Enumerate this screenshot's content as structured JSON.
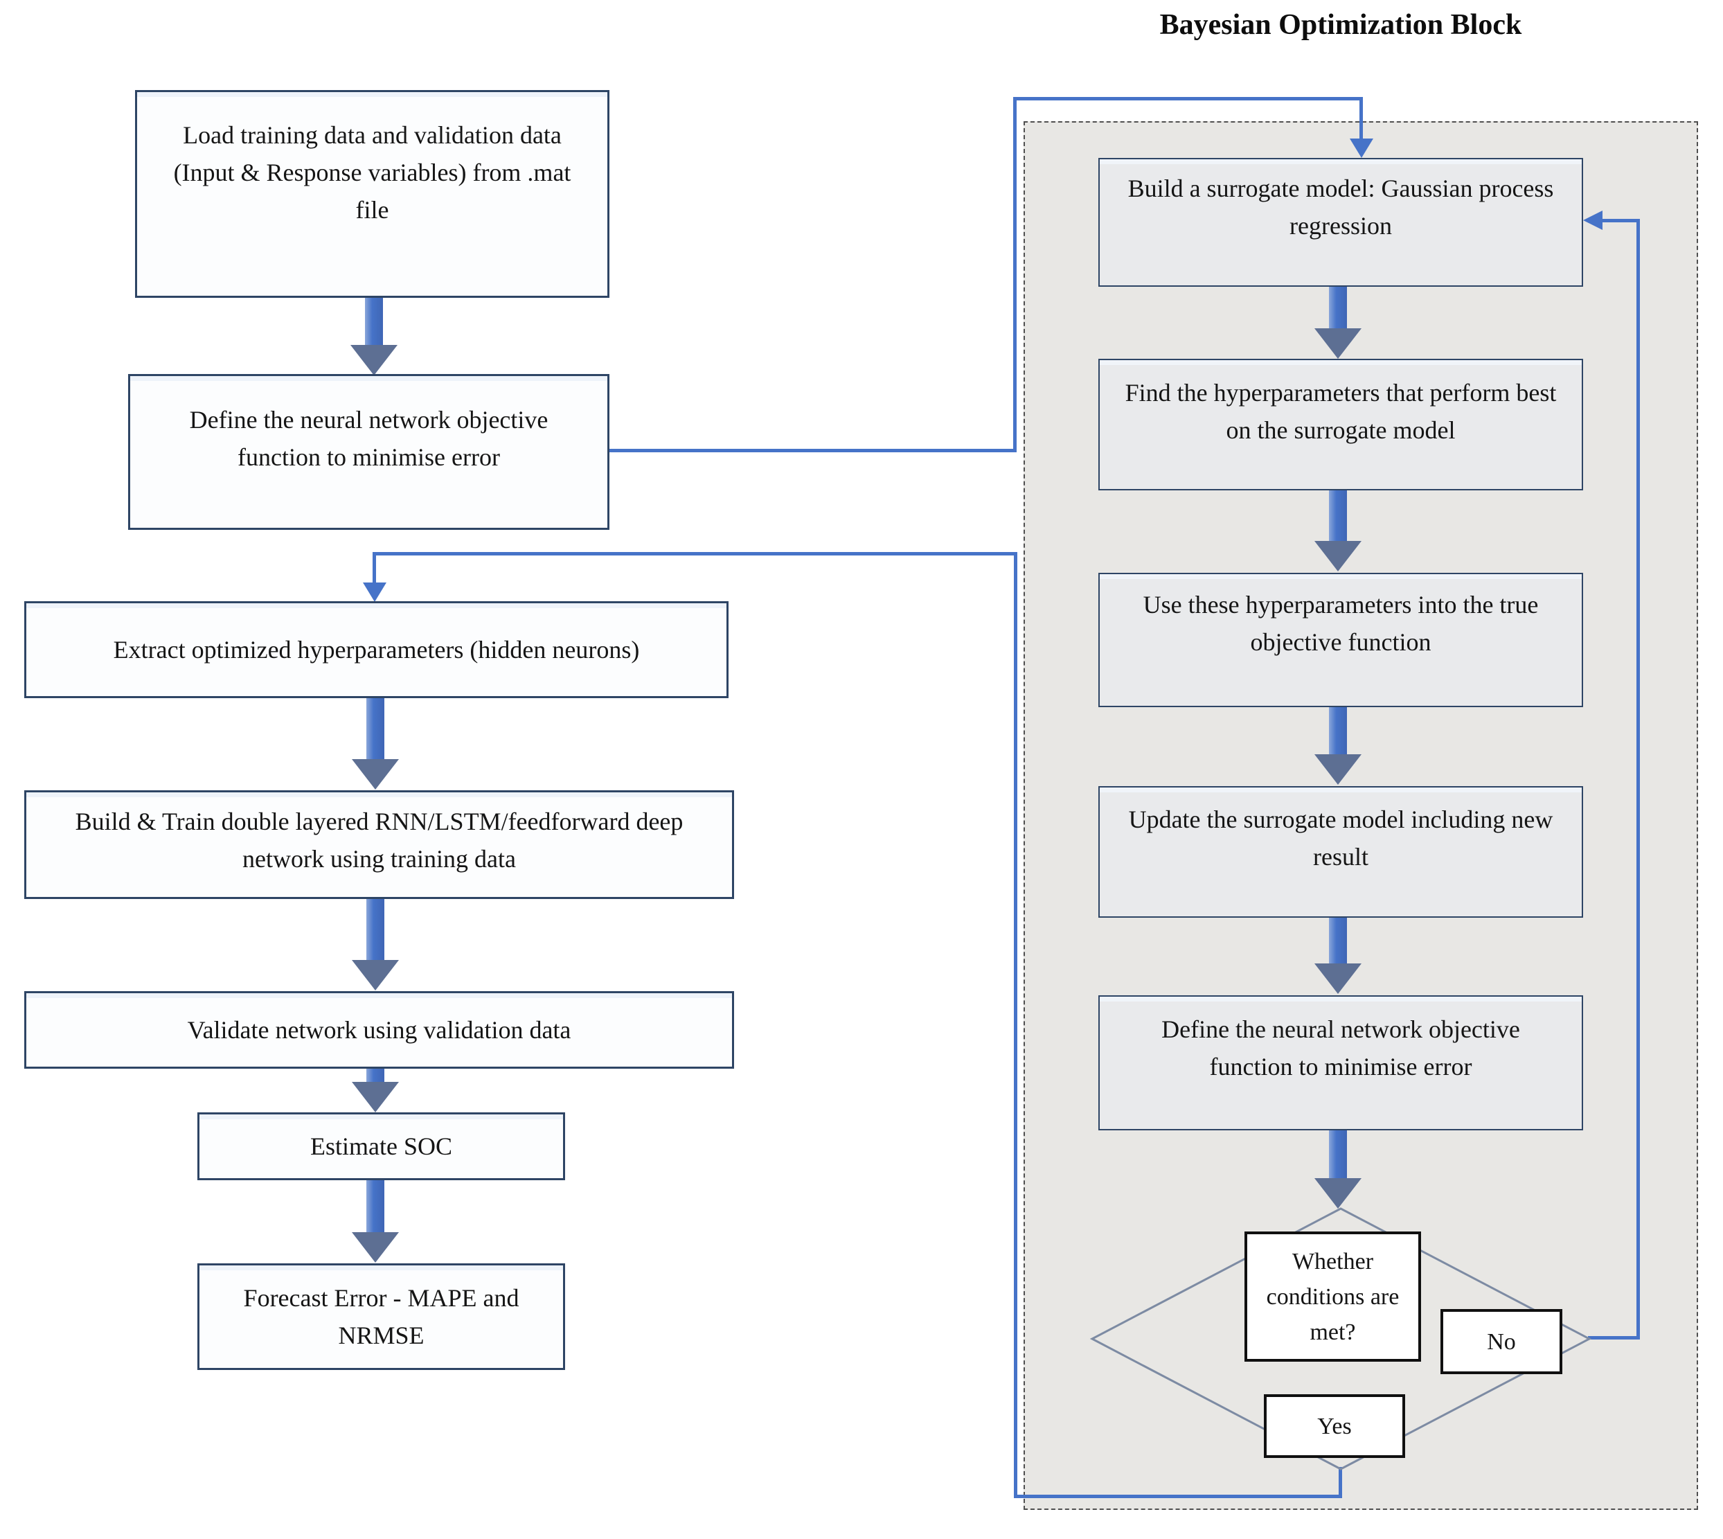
{
  "bayesian_block": {
    "title": "Bayesian Optimization Block",
    "boxes": [
      {
        "label": "Build a surrogate model: Gaussian process regression"
      },
      {
        "label": "Find the hyperparameters that perform best on the surrogate model"
      },
      {
        "label": "Use these hyperparameters into the true objective function"
      },
      {
        "label": "Update the surrogate model including new result"
      },
      {
        "label": "Define the neural network objective function to minimise error"
      }
    ],
    "decision": {
      "question": "Whether conditions are met?",
      "no_label": "No",
      "yes_label": "Yes"
    }
  },
  "left_flow": {
    "boxes": [
      {
        "label": "Load training data and validation data (Input & Response variables) from .mat file"
      },
      {
        "label": "Define the neural network objective function to minimise error"
      },
      {
        "label": "Extract optimized hyperparameters (hidden neurons)"
      },
      {
        "label": "Build & Train double layered RNN/LSTM/feedforward deep network using training data"
      },
      {
        "label": "Validate network using validation data"
      },
      {
        "label": "Estimate SOC"
      },
      {
        "label": "Forecast Error - MAPE and NRMSE"
      }
    ]
  },
  "colors": {
    "connector_blue": "#4673c8",
    "arrowhead_slate": "#5d6f93",
    "node_border_navy": "#2e4565",
    "block_fill_gray": "#e8e7e4",
    "gray_node_fill": "#e9eaec",
    "white_node_fill": "#fcfdfe",
    "decision_border_black": "#101010",
    "diamond_outline": "#7d8ba3"
  }
}
